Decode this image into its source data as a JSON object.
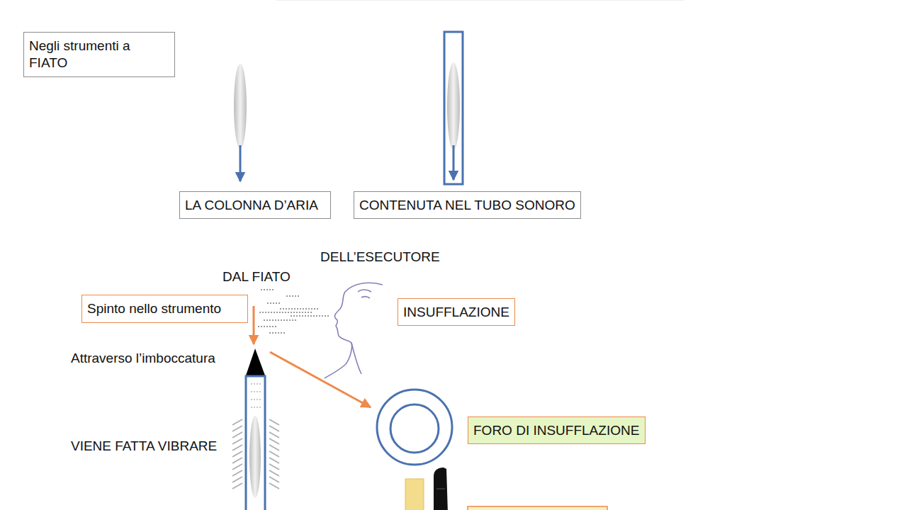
{
  "diagram": {
    "nodes": [
      {
        "text": [
          "Negli strumenti a FIATO"
        ]
      },
      {
        "text": [
          "LA COLONNA D’ARIA"
        ]
      },
      {
        "text": [
          "CONTENUTA NEL TUBO SONORO"
        ]
      },
      {
        "text": [
          "Spinto nello strumento"
        ]
      },
      {
        "text": [
          "INSUFFLAZIONE"
        ]
      },
      {
        "text": [
          "FORO DI INSUFFLAZIONE"
        ]
      }
    ],
    "labels": [
      "DELL’ESECUTORE",
      "DAL FIATO",
      "Attraverso l’imboccatura",
      "VIENE FATTA VIBRARE"
    ]
  }
}
